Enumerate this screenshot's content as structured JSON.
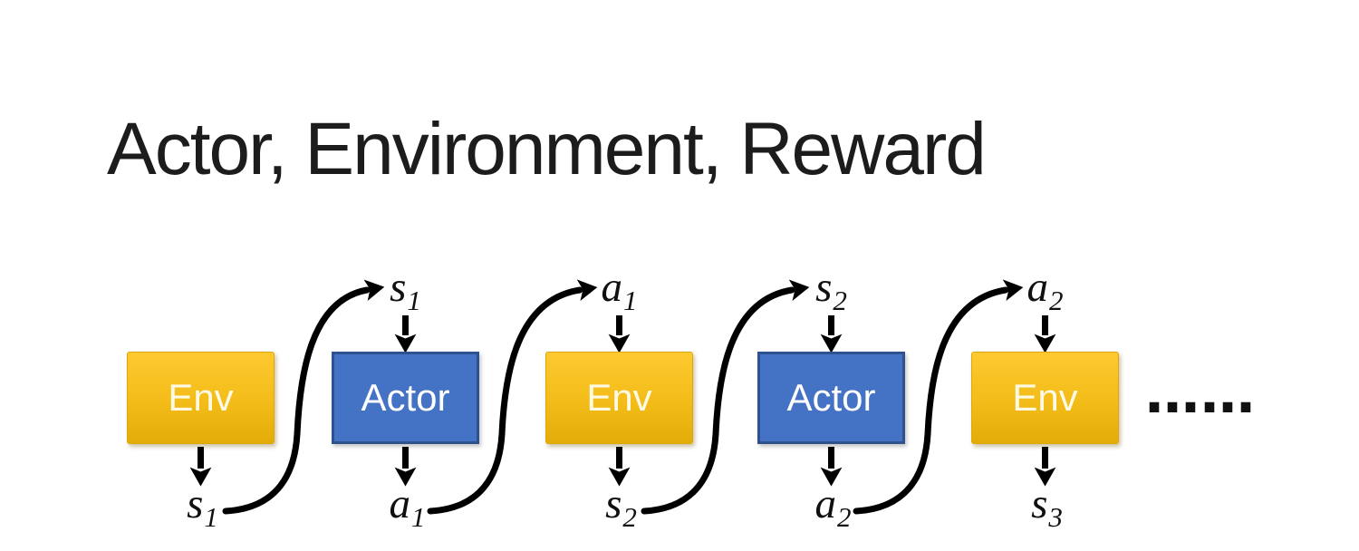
{
  "title": "Actor, Environment, Reward",
  "colors": {
    "env_gradient_top": "#FDC930",
    "env_gradient_bottom": "#E3AC08",
    "actor_fill": "#4472C4",
    "actor_border": "#2F528F",
    "arrow": "#000000",
    "title_text": "#1C1C1C",
    "box_text": "#FFFFFF"
  },
  "diagram": {
    "boxes": [
      {
        "label": "Env",
        "type": "env"
      },
      {
        "label": "Actor",
        "type": "actor"
      },
      {
        "label": "Env",
        "type": "env"
      },
      {
        "label": "Actor",
        "type": "actor"
      },
      {
        "label": "Env",
        "type": "env"
      }
    ],
    "top_labels": [
      {
        "main": "s",
        "sub": "1"
      },
      {
        "main": "a",
        "sub": "1"
      },
      {
        "main": "s",
        "sub": "2"
      },
      {
        "main": "a",
        "sub": "2"
      }
    ],
    "bottom_labels": [
      {
        "main": "s",
        "sub": "1"
      },
      {
        "main": "a",
        "sub": "1"
      },
      {
        "main": "s",
        "sub": "2"
      },
      {
        "main": "a",
        "sub": "2"
      },
      {
        "main": "s",
        "sub": "3"
      }
    ],
    "ellipsis": "……"
  }
}
